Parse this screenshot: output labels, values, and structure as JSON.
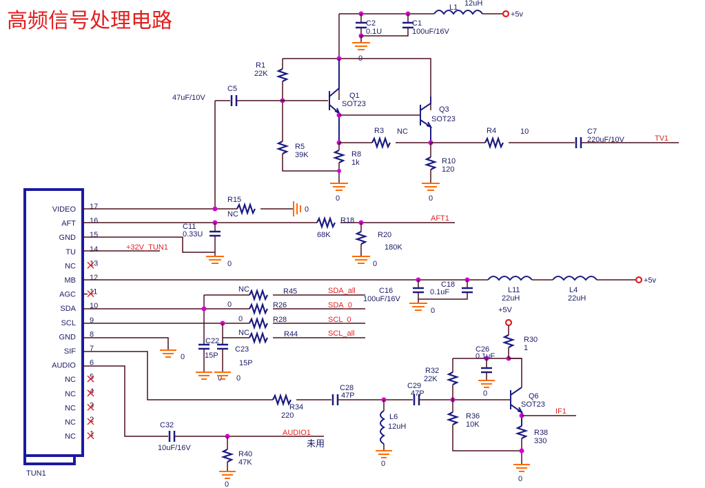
{
  "title": "高频信号处理电路",
  "connector": {
    "name": "TUN1",
    "pins": [
      {
        "num": "17",
        "label": "VIDEO"
      },
      {
        "num": "16",
        "label": "AFT"
      },
      {
        "num": "15",
        "label": "GND"
      },
      {
        "num": "14",
        "label": "TU"
      },
      {
        "num": "13",
        "label": "NC"
      },
      {
        "num": "12",
        "label": "MB"
      },
      {
        "num": "11",
        "label": "AGC"
      },
      {
        "num": "10",
        "label": "SDA"
      },
      {
        "num": "9",
        "label": "SCL"
      },
      {
        "num": "8",
        "label": "GND"
      },
      {
        "num": "7",
        "label": "SIF"
      },
      {
        "num": "6",
        "label": "AUDIO"
      },
      {
        "num": "5",
        "label": "NC"
      },
      {
        "num": "4",
        "label": "NC"
      },
      {
        "num": "3",
        "label": "NC"
      },
      {
        "num": "2",
        "label": "NC"
      },
      {
        "num": "1",
        "label": "NC"
      }
    ]
  },
  "components": {
    "L1": {
      "ref": "L1",
      "value": "12uH"
    },
    "C2": {
      "ref": "C2",
      "value": "0.1U"
    },
    "C1": {
      "ref": "C1",
      "value": "100uF/16V"
    },
    "R1": {
      "ref": "R1",
      "value": "22K"
    },
    "C5": {
      "ref": "C5",
      "value": "47uF/10V"
    },
    "Q1": {
      "ref": "Q1",
      "value": "SOT23"
    },
    "Q3": {
      "ref": "Q3",
      "value": "SOT23"
    },
    "R5": {
      "ref": "R5",
      "value": "39K"
    },
    "R8": {
      "ref": "R8",
      "value": "1k"
    },
    "R3": {
      "ref": "R3",
      "value": "NC"
    },
    "R4": {
      "ref": "R4",
      "value": "10"
    },
    "R10": {
      "ref": "R10",
      "value": "120"
    },
    "C7": {
      "ref": "C7",
      "value": "220uF/10V"
    },
    "R15": {
      "ref": "R15",
      "value": "NC"
    },
    "R18": {
      "ref": "R18",
      "value": "68K"
    },
    "R20": {
      "ref": "R20",
      "value": "180K"
    },
    "C11": {
      "ref": "C11",
      "value": "0.33U"
    },
    "C16": {
      "ref": "C16",
      "value": "100uF/16V"
    },
    "C18": {
      "ref": "C18",
      "value": "0.1uF"
    },
    "L11": {
      "ref": "L11",
      "value": "22uH"
    },
    "L4": {
      "ref": "L4",
      "value": "22uH"
    },
    "R45": {
      "ref": "R45",
      "value": "NC"
    },
    "R26": {
      "ref": "R26",
      "value": "0"
    },
    "R28": {
      "ref": "R28",
      "value": "0"
    },
    "R44": {
      "ref": "R44",
      "value": "NC"
    },
    "C22": {
      "ref": "C22",
      "value": "15P"
    },
    "C23": {
      "ref": "C23",
      "value": "15P"
    },
    "R30": {
      "ref": "R30",
      "value": "1"
    },
    "C26": {
      "ref": "C26",
      "value": "0.1uF"
    },
    "R32": {
      "ref": "R32",
      "value": "22K"
    },
    "Q6": {
      "ref": "Q6",
      "value": "SOT23"
    },
    "R36": {
      "ref": "R36",
      "value": "10K"
    },
    "R38": {
      "ref": "R38",
      "value": "330"
    },
    "R34": {
      "ref": "R34",
      "value": "220"
    },
    "C28": {
      "ref": "C28",
      "value": "47P"
    },
    "C29": {
      "ref": "C29",
      "value": "47P"
    },
    "L6": {
      "ref": "L6",
      "value": "12uH"
    },
    "C32": {
      "ref": "C32",
      "value": "10uF/16V"
    },
    "R40": {
      "ref": "R40",
      "value": "47K"
    }
  },
  "nets": {
    "vcc": "+5v",
    "vcc2": "+5V",
    "tv1": "TV1",
    "aft1": "AFT1",
    "tun32": "+32V_TUN1",
    "sda_all": "SDA_all",
    "sda0": "SDA_0",
    "scl0": "SCL_0",
    "scl_all": "SCL_all",
    "if1": "IF1",
    "audio1": "AUDIO1",
    "gnd": "0"
  },
  "note_unused": "未用"
}
